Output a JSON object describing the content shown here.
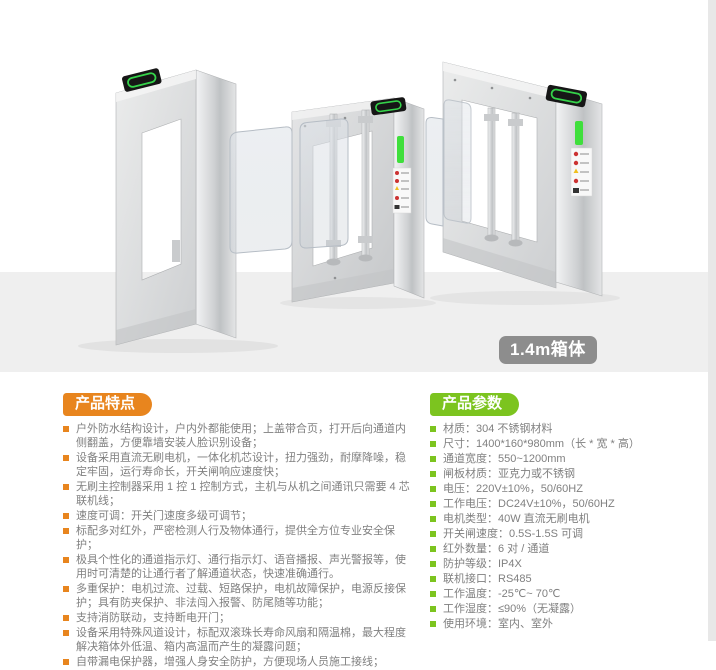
{
  "scene": {
    "caption": "1.4m箱体",
    "colors": {
      "accent_orange": "#e8851e",
      "accent_green": "#7cc41f",
      "led_green": "#3fdf3c",
      "floor_gray": "#efefef",
      "caption_bg": "#8d8d8d"
    }
  },
  "features": {
    "title": "产品特点",
    "items": [
      "户外防水结构设计，户内外都能使用；上盖带合页，打开后向通道内侧翻盖，方便靠墙安装人脸识别设备；",
      "设备采用直流无刷电机，一体化机芯设计，扭力强劲，耐摩降噪，稳定牢固，运行寿命长，开关闸响应速度快；",
      "无刷主控制器采用 1 控 1 控制方式，主机与从机之间通讯只需要 4 芯联机线；",
      "速度可调：开关门速度多级可调节；",
      "标配多对红外，严密检测人行及物体通行，提供全方位专业安全保护；",
      "极具个性化的通道指示灯、通行指示灯、语音播报、声光警报等，使用时可清楚的让通行者了解通道状态，快速准确通行。",
      "多重保护：电机过流、过载、短路保护，电机故障保护，电源反接保护；具有防夹保护、非法闯入报警、防尾随等功能；",
      "支持消防联动，支持断电开门；",
      "设备采用特殊风道设计，标配双滚珠长寿命风扇和隔温棉，最大程度解决箱体外低温、箱内高温而产生的凝露问题；",
      "自带漏电保护器，增强人身安全防护，方便现场人员施工接线；"
    ]
  },
  "params": {
    "title": "产品参数",
    "items": [
      "材质：304 不锈钢材料",
      "尺寸：1400*160*980mm（长 * 宽 * 高）",
      "通道宽度：550~1200mm",
      "闸板材质：亚克力或不锈钢",
      "电压：220V±10%，50/60HZ",
      "工作电压：DC24V±10%，50/60HZ",
      "电机类型：40W 直流无刷电机",
      "开关闸速度：0.5S-1.5S 可调",
      "红外数量：6 对 / 通道",
      "防护等级：IP4X",
      "联机接口：RS485",
      "工作温度：-25℃~ 70℃",
      "工作湿度：≤90%（无凝露）",
      "使用环境：室内、室外"
    ]
  }
}
